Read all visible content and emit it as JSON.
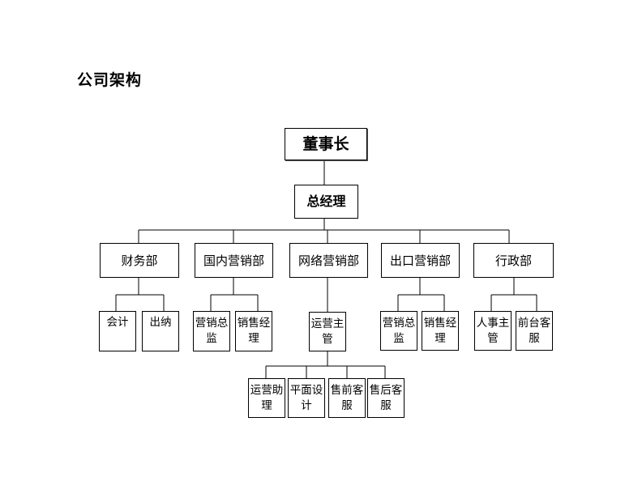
{
  "title": "公司架构",
  "chairman": "董事长",
  "general_manager": "总经理",
  "departments": [
    {
      "name": "财务部",
      "roles": [
        "会计",
        "出纳"
      ]
    },
    {
      "name": "国内营销部",
      "roles": [
        "营销总监",
        "销售经理"
      ]
    },
    {
      "name": "网络营销部",
      "roles": [
        "运营主管"
      ],
      "sub_roles": [
        "运营助理",
        "平面设计",
        "售前客服",
        "售后客服"
      ]
    },
    {
      "name": "出口营销部",
      "roles": [
        "营销总监",
        "销售经理"
      ]
    },
    {
      "name": "行政部",
      "roles": [
        "人事主管",
        "前台客服"
      ]
    }
  ]
}
